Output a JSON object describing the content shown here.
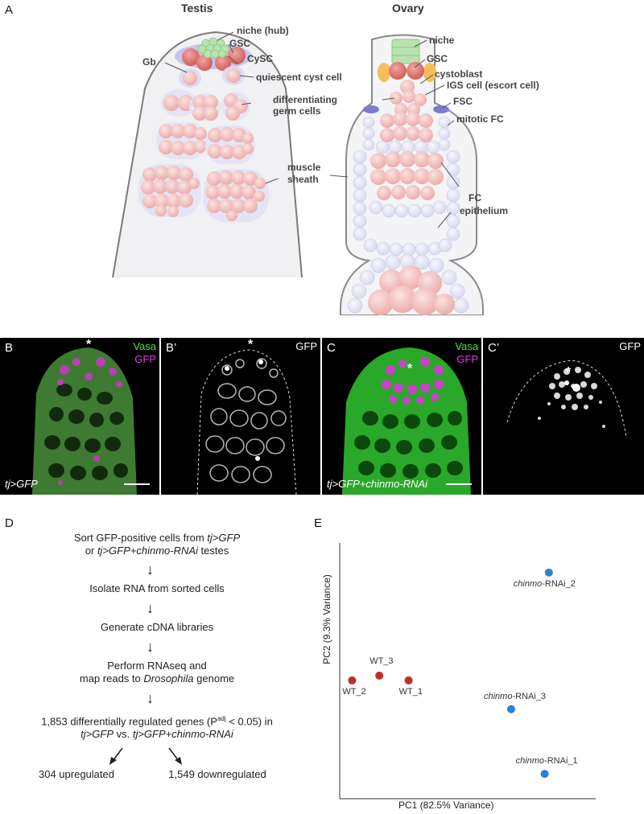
{
  "panel_a": {
    "letter": "A",
    "testis": {
      "title": "Testis",
      "labels": [
        "niche (hub)",
        "GSC",
        "CySC",
        "Gb",
        "quiescent cyst cell",
        "differentiating",
        "germ cells",
        "muscle",
        "sheath"
      ]
    },
    "ovary": {
      "title": "Ovary",
      "labels": [
        "niche",
        "GSC",
        "cystoblast",
        "IGS cell (escort cell)",
        "FSC",
        "mitotic FC",
        "FC",
        "epithelium"
      ]
    },
    "colors": {
      "germ": "#eeb3b0",
      "gsc": "#d96b6a",
      "niche": "#a8dba0",
      "cysc": "#b9b7ec",
      "sheath": "#7a7a7a",
      "fc": "#e2e3f5"
    }
  },
  "panel_b": {
    "letter": "B",
    "stain1": "Vasa",
    "stain2": "GFP",
    "genotype": "tj>GFP",
    "star": "*"
  },
  "panel_b2": {
    "letter": "B’",
    "channel": "GFP",
    "star": "*"
  },
  "panel_c": {
    "letter": "C",
    "stain1": "Vasa",
    "stain2": "GFP",
    "genotype": "tj>GFP+chinmo-RNAi",
    "star": "*"
  },
  "panel_c2": {
    "letter": "C’",
    "channel": "GFP",
    "star": "*"
  },
  "panel_d": {
    "letter": "D",
    "step1_a": "Sort GFP-positive cells from ",
    "step1_b": "tj>GFP",
    "step1_c": "or ",
    "step1_d": "tj>GFP+chinmo-RNAi",
    "step1_e": " testes",
    "step2": "Isolate RNA from sorted cells",
    "step3": "Generate cDNA libraries",
    "step4_a": "Perform RNAseq and",
    "step4_b": "map reads to ",
    "step4_c": "Drosophila",
    "step4_d": " genome",
    "step5_a": "1,853 differentially regulated genes (P",
    "step5_sup": "adj",
    "step5_b": " < 0.05) in",
    "step5_c": "tj>GFP",
    "step5_d": " vs. ",
    "step5_e": "tj>GFP+chinmo-RNAi",
    "arrow": "↓",
    "up": "304 upregulated",
    "down": "1,549 downregulated"
  },
  "panel_e": {
    "letter": "E",
    "chart_data": {
      "type": "scatter",
      "xlabel": "PC1 (82.5% Variance)",
      "ylabel": "PC2 (9.3% Variance)",
      "series": [
        {
          "points": [
            {
              "label": "WT_1",
              "x": 0.31,
              "y": 0.46
            },
            {
              "label": "WT_2",
              "x": 0.04,
              "y": 0.46
            },
            {
              "label": "WT_3",
              "x": 0.17,
              "y": 0.48
            }
          ],
          "color": "#c0302b"
        },
        {
          "points": [
            {
              "label": "chinmo-RNAi_1",
              "x": 0.96,
              "y": 0.07
            },
            {
              "label": "chinmo-RNAi_2",
              "x": 0.98,
              "y": 0.91
            },
            {
              "label": "chinmo-RNAi_3",
              "x": 0.8,
              "y": 0.34
            }
          ],
          "color": "#2f7fd3"
        }
      ]
    }
  }
}
